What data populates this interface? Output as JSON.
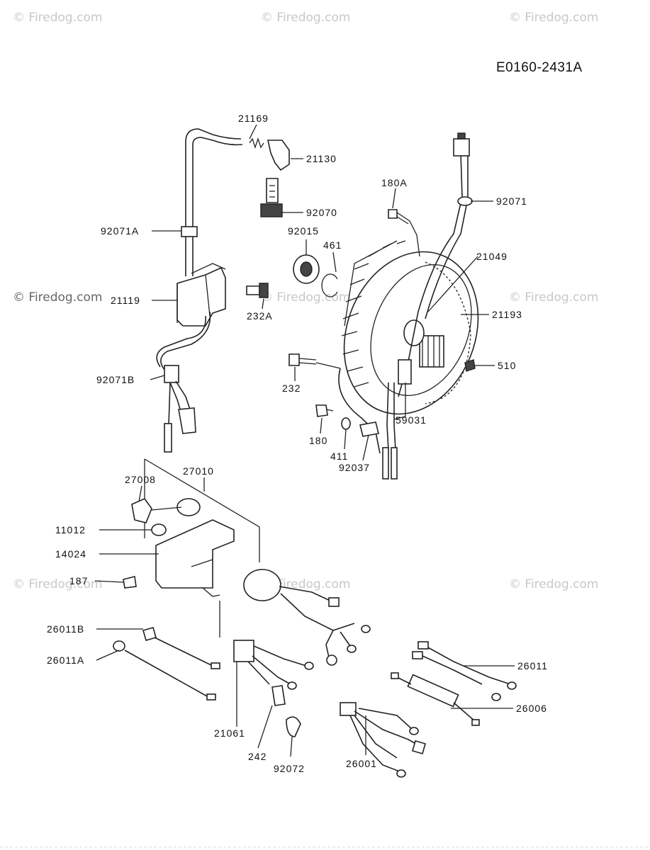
{
  "diagram_code": "E0160-2431A",
  "watermark": "© Firedog.com",
  "parts": {
    "p21169": "21169",
    "p21130": "21130",
    "p92070": "92070",
    "p92071A": "92071A",
    "p21119": "21119",
    "p232A": "232A",
    "p92015": "92015",
    "p461": "461",
    "p180A": "180A",
    "p92071": "92071",
    "p21049": "21049",
    "p21193": "21193",
    "p510": "510",
    "p92071B": "92071B",
    "p232": "232",
    "p59031": "59031",
    "p180": "180",
    "p411": "411",
    "p92037": "92037",
    "p27010": "27010",
    "p27008": "27008",
    "p11012": "11012",
    "p14024": "14024",
    "p187": "187",
    "p26011B": "26011B",
    "p26011A": "26011A",
    "p21061": "21061",
    "p242": "242",
    "p92072": "92072",
    "p26001": "26001",
    "p26011": "26011",
    "p26006": "26006"
  }
}
